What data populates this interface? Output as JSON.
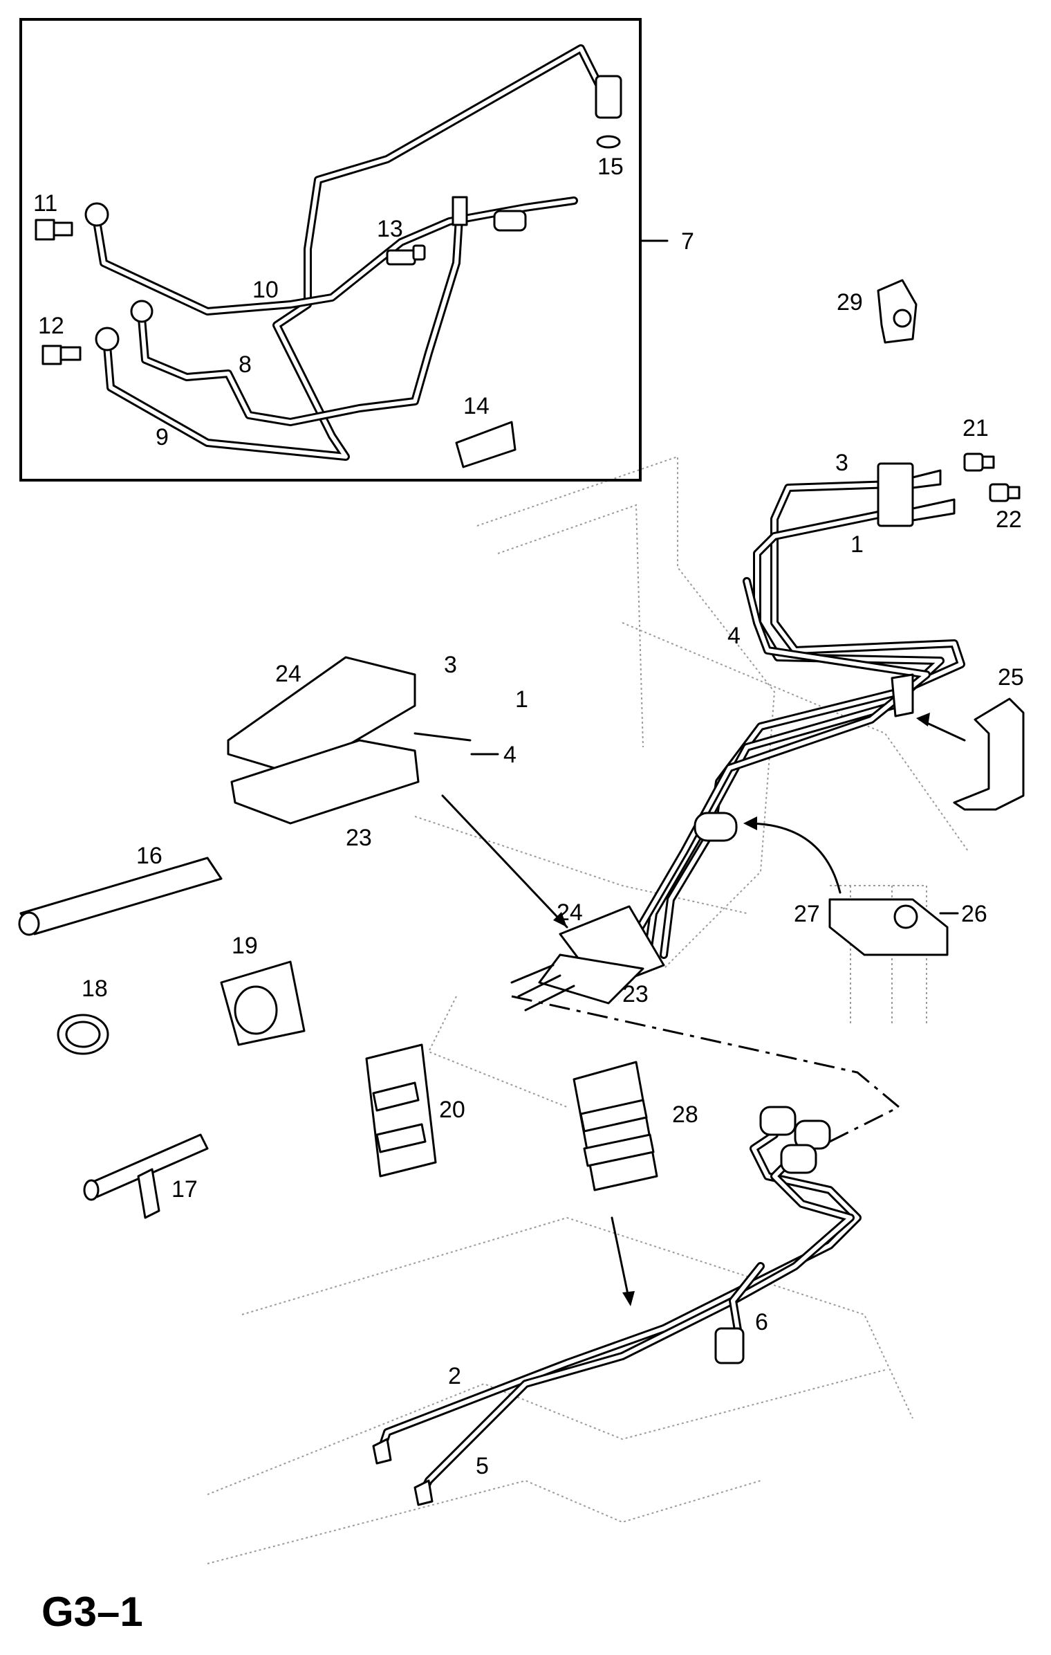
{
  "diagram_code": "G3–1",
  "inset_group_label": "7",
  "callouts": [
    "1",
    "2",
    "3",
    "4",
    "5",
    "6",
    "8",
    "9",
    "10",
    "11",
    "12",
    "13",
    "14",
    "15",
    "16",
    "17",
    "18",
    "19",
    "20",
    "21",
    "22",
    "23",
    "24",
    "25",
    "26",
    "27",
    "28",
    "29",
    "1",
    "3",
    "4",
    "23",
    "24"
  ]
}
